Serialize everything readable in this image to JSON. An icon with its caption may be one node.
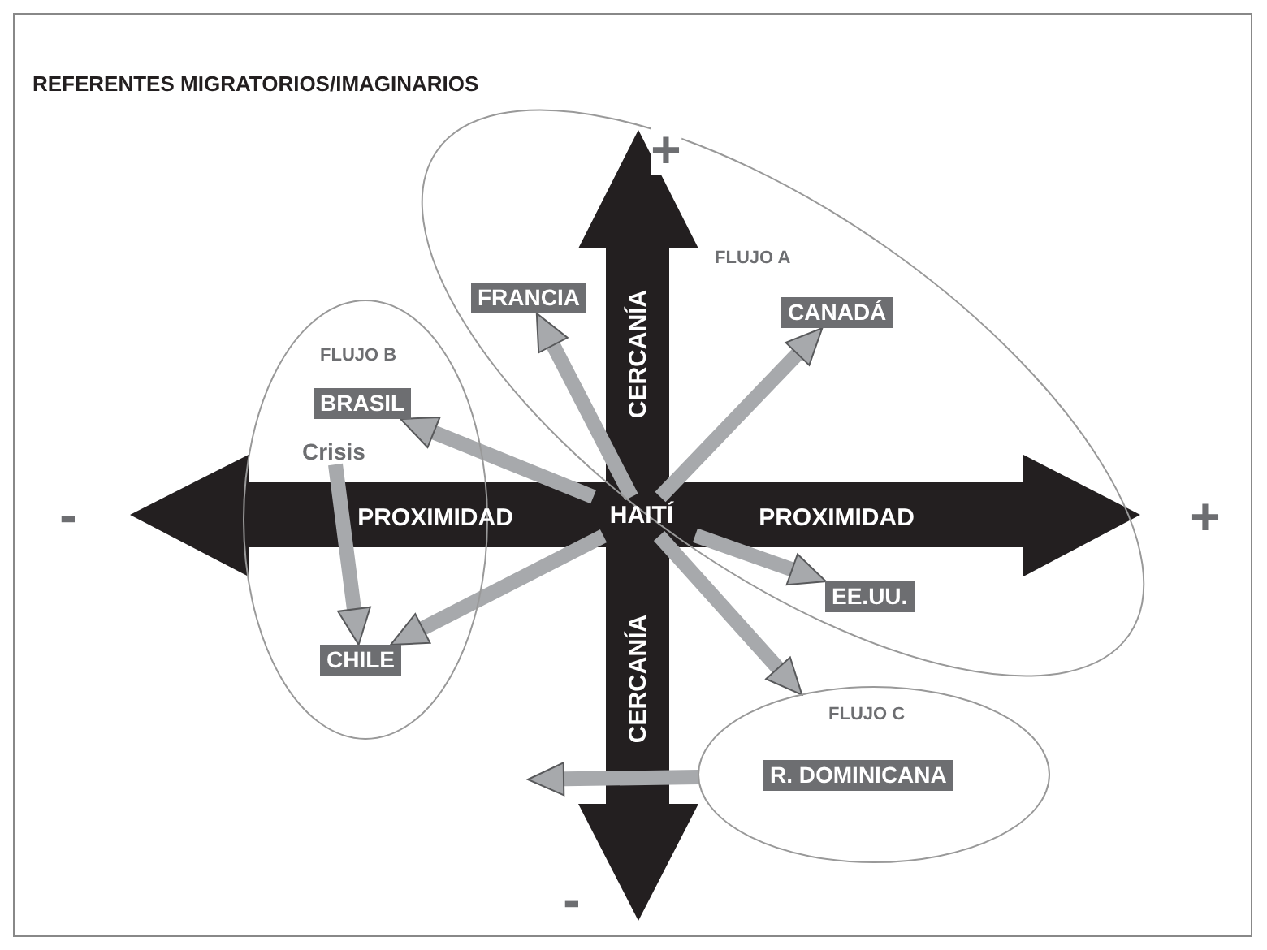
{
  "diagram": {
    "title": "REFERENTES MIGRATORIOS/IMAGINARIOS",
    "nodes": [
      {
        "text": [
          "FLUJO A"
        ]
      },
      {
        "text": [
          "FRANCIA"
        ],
        "in": 0
      },
      {
        "text": [
          "CANADÁ"
        ],
        "in": 0
      },
      {
        "text": [
          "FLUJO B"
        ]
      },
      {
        "text": [
          "BRASIL"
        ],
        "in": 3
      },
      {
        "text": [
          "Crisis"
        ],
        "in": 3
      },
      {
        "text": [
          "HAITÍ"
        ]
      },
      {
        "text": [
          "CHILE"
        ],
        "in": 3
      },
      {
        "text": [
          "EE.UU."
        ],
        "in": 0
      },
      {
        "text": [
          "FLUJO C"
        ]
      },
      {
        "text": [
          "R. DOMINICANA"
        ],
        "in": 9
      }
    ],
    "edges": [
      {
        "from": 6,
        "to": 1,
        "arrow": "to"
      },
      {
        "from": 6,
        "to": 4,
        "arrow": "to"
      },
      {
        "from": 6,
        "to": 2,
        "arrow": "to"
      },
      {
        "from": 5,
        "to": 7,
        "arrow": "to"
      },
      {
        "from": 6,
        "to": 7,
        "arrow": "to"
      },
      {
        "from": 6,
        "to": 8,
        "arrow": "to"
      },
      {
        "from": 6,
        "to": 9,
        "arrow": "to"
      },
      {
        "from": 9,
        "to": null,
        "arrow": "to"
      }
    ],
    "labels": [
      "+",
      "CERCANÍA",
      "-",
      "PROXIMIDAD",
      "PROXIMIDAD",
      "+",
      "CERCANÍA",
      "-"
    ]
  }
}
